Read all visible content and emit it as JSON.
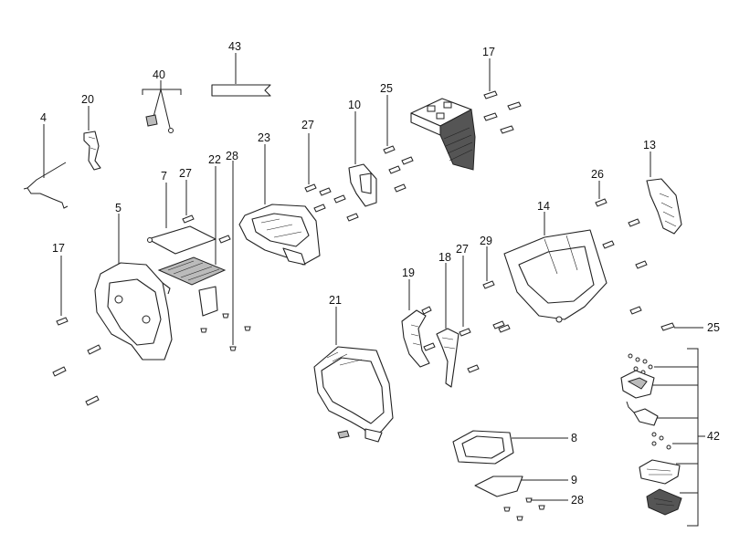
{
  "diagram": {
    "labels": {
      "p4": "4",
      "p5": "5",
      "p7": "7",
      "p8": "8",
      "p9": "9",
      "p10": "10",
      "p13": "13",
      "p14": "14",
      "p17a": "17",
      "p17b": "17",
      "p18": "18",
      "p19": "19",
      "p20": "20",
      "p21": "21",
      "p22": "22",
      "p23": "23",
      "p25a": "25",
      "p25b": "25",
      "p26": "26",
      "p27a": "27",
      "p27b": "27",
      "p27c": "27",
      "p28a": "28",
      "p28b": "28",
      "p29": "29",
      "p40": "40",
      "p42": "42",
      "p43": "43"
    }
  }
}
